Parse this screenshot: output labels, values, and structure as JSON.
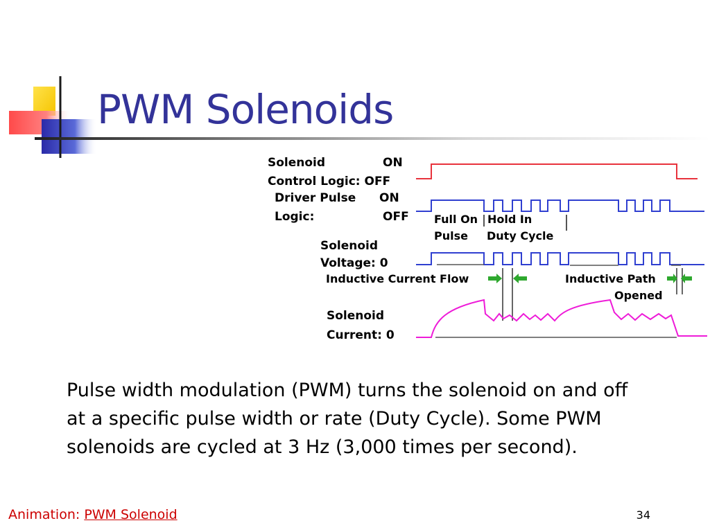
{
  "slide": {
    "title": "PWM Solenoids",
    "number": "34",
    "body": "Pulse width modulation (PWM) turns the solenoid on and off at a specific pulse width or rate (Duty Cycle). Some PWM solenoids are cycled at 3 Hz (3,000 times per second)."
  },
  "diagram": {
    "solenoid_label_1": "Solenoid",
    "solenoid_on": "ON",
    "control_logic_label": "Control Logic: OFF",
    "driver_pulse_label": "Driver Pulse",
    "driver_on": "ON",
    "logic_label": "Logic:",
    "logic_off": "OFF",
    "full_on_line1": "Full On",
    "full_on_line2": "Pulse",
    "hold_in_line1": "Hold In",
    "hold_in_line2": "Duty Cycle",
    "voltage_line1": "Solenoid",
    "voltage_line2": "Voltage:  0",
    "inductive_flow": "Inductive Current Flow",
    "inductive_path_line1": "Inductive Path",
    "inductive_path_line2": "Opened",
    "current_line1": "Solenoid",
    "current_line2": "Current:  0"
  },
  "footer": {
    "prefix": "Animation: ",
    "link_text": "PWM Solenoid"
  },
  "colors": {
    "title": "#333399",
    "control_trace": "#e8323c",
    "driver_trace": "#2f3fd0",
    "current_trace": "#ee1bd8",
    "arrow": "#2ea82e",
    "footer": "#cc0000"
  }
}
